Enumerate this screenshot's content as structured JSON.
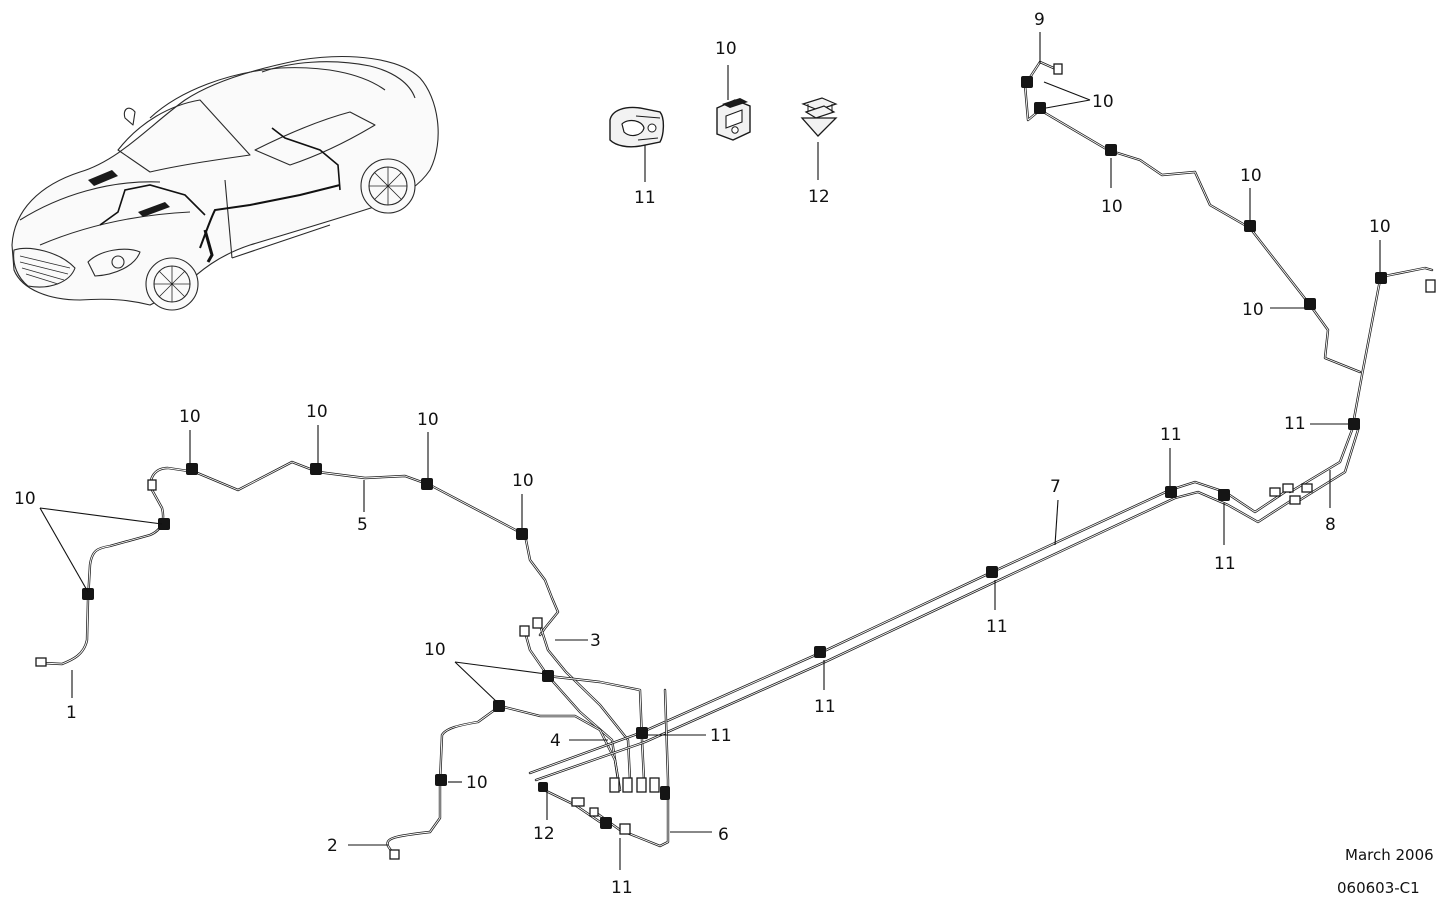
{
  "diagram": {
    "callouts": [
      {
        "id": "c1",
        "text": "1"
      },
      {
        "id": "c2",
        "text": "2"
      },
      {
        "id": "c3",
        "text": "3"
      },
      {
        "id": "c4",
        "text": "4"
      },
      {
        "id": "c5",
        "text": "5"
      },
      {
        "id": "c6",
        "text": "6"
      },
      {
        "id": "c7",
        "text": "7"
      },
      {
        "id": "c8",
        "text": "8"
      },
      {
        "id": "c9",
        "text": "9"
      },
      {
        "id": "c10",
        "text": "10"
      },
      {
        "id": "c11",
        "text": "11"
      },
      {
        "id": "c12",
        "text": "12"
      }
    ]
  },
  "footer": {
    "date": "March 2006",
    "reference": "060603-C1"
  }
}
